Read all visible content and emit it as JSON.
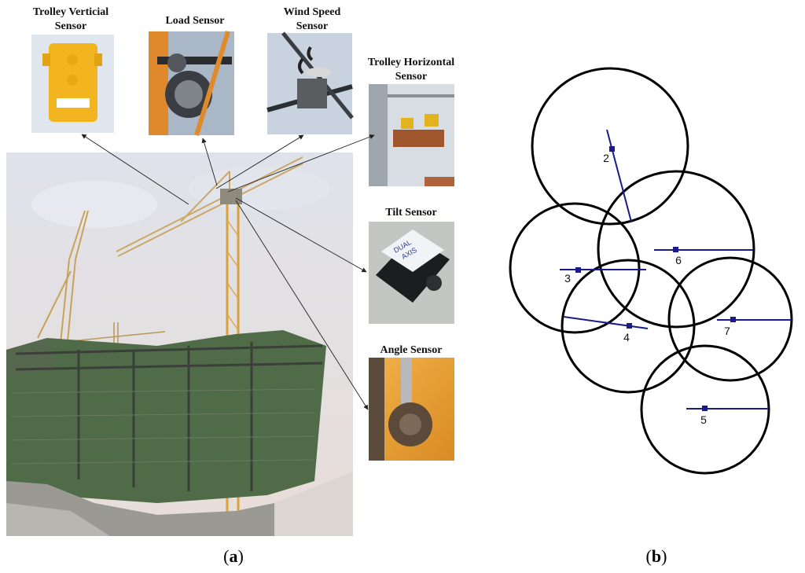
{
  "panel_a": {
    "label_open": "(",
    "label_letter": "a",
    "label_close": ")",
    "sensors": [
      {
        "id": "trolley-vertical",
        "line1": "Trolley Verticial",
        "line2": "Sensor"
      },
      {
        "id": "load",
        "line1": "Load Sensor",
        "line2": ""
      },
      {
        "id": "wind-speed",
        "line1": "Wind Speed",
        "line2": "Sensor"
      },
      {
        "id": "trolley-horizontal",
        "line1": "Trolley Horizontal",
        "line2": "Sensor"
      },
      {
        "id": "tilt",
        "line1": "Tilt Sensor",
        "line2": ""
      },
      {
        "id": "angle",
        "line1": "Angle Sensor",
        "line2": ""
      }
    ],
    "tilt_device_text": [
      "DUAL",
      "AXIS"
    ]
  },
  "panel_b": {
    "label_open": "(",
    "label_letter": "b",
    "label_close": ")",
    "cranes": [
      {
        "number": "2"
      },
      {
        "number": "3"
      },
      {
        "number": "4"
      },
      {
        "number": "5"
      },
      {
        "number": "6"
      },
      {
        "number": "7"
      }
    ]
  },
  "colors": {
    "jib_line": "#1a1a8c",
    "circle": "#000000",
    "sky": "#d9dde6",
    "safety_net": "#4f6b48",
    "crane_yellow": "#d8a33c"
  }
}
